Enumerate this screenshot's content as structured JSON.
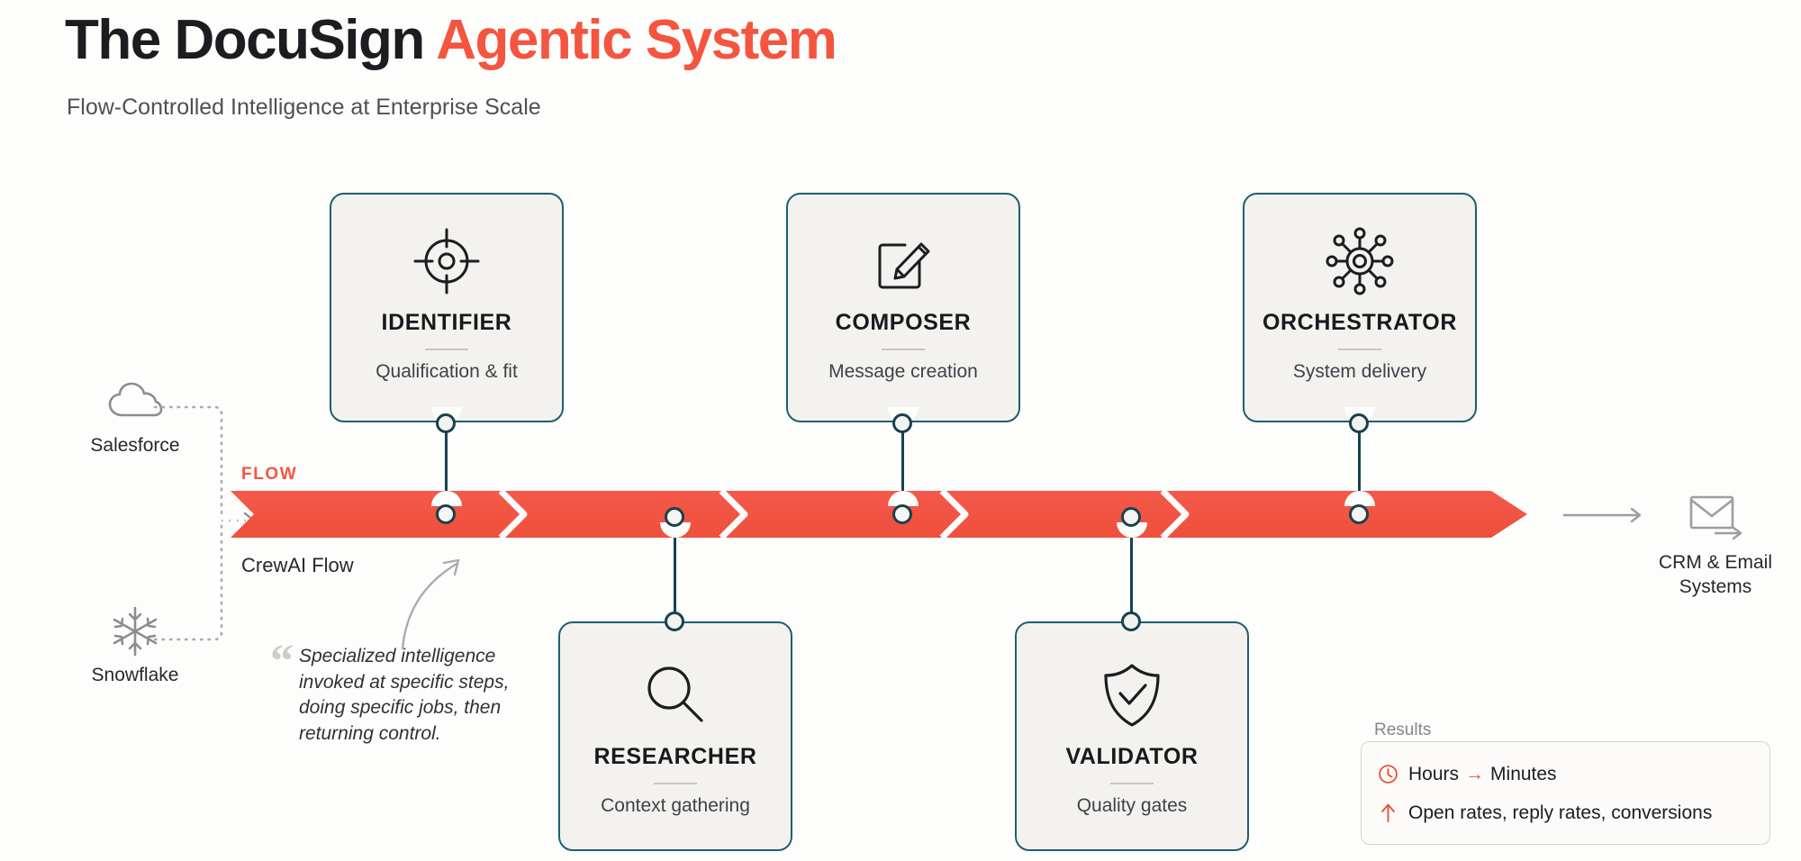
{
  "header": {
    "title_dark": "The DocuSign ",
    "title_accent": "Agentic System",
    "subtitle": "Flow-Controlled Intelligence at Enterprise Scale"
  },
  "colors": {
    "accent_red": "#f4553f",
    "card_border_teal": "#1d5f6e",
    "node_teal": "#17424e",
    "canvas": "#fdfdfc",
    "card_fill": "#f3f2ef"
  },
  "flow": {
    "label": "FLOW",
    "caption": "CrewAI Flow"
  },
  "sources": [
    {
      "name": "Salesforce",
      "icon": "cloud-icon"
    },
    {
      "name": "Snowflake",
      "icon": "snowflake-icon"
    }
  ],
  "output": {
    "icon": "envelope-send-icon",
    "line1": "CRM & Email",
    "line2": "Systems"
  },
  "agents_top": [
    {
      "name": "IDENTIFIER",
      "desc": "Qualification & fit",
      "icon": "crosshair-target-icon"
    },
    {
      "name": "COMPOSER",
      "desc": "Message creation",
      "icon": "pencil-square-icon"
    },
    {
      "name": "ORCHESTRATOR",
      "desc": "System delivery",
      "icon": "hub-network-icon"
    }
  ],
  "agents_bottom": [
    {
      "name": "RESEARCHER",
      "desc": "Context gathering",
      "icon": "magnifier-icon"
    },
    {
      "name": "VALIDATOR",
      "desc": "Quality gates",
      "icon": "shield-check-icon"
    }
  ],
  "quote": {
    "mark": "“",
    "text": "Specialized intelligence invoked at specific steps, doing specific jobs, then returning control."
  },
  "results": {
    "label": "Results",
    "rows": [
      {
        "icon": "clock-icon",
        "before": "Hours",
        "arrow": "→",
        "after": "Minutes"
      },
      {
        "icon": "up-arrow-icon",
        "before": "Open rates, reply rates, conversions",
        "arrow": "",
        "after": ""
      }
    ]
  }
}
